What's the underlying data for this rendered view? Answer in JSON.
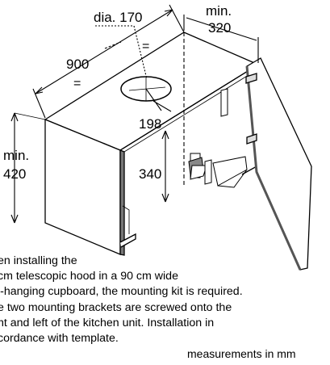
{
  "dimensions": {
    "diameter_label": "dia. 170",
    "min_depth_label_1": "min.",
    "min_depth_label_2": "320",
    "width_label": "900",
    "equal_sign": "=",
    "offset_label": "198",
    "min_height_label_1": "min.",
    "min_height_label_2": "420",
    "bracket_height_label": "340"
  },
  "note": {
    "lines": [
      "en installing the",
      "cm telescopic hood in a 90 cm wide",
      "l-hanging cupboard, the mounting kit is required.",
      "e two mounting brackets are screwed onto the",
      "nt and left of the kitchen unit. Installation in",
      "cordance with template."
    ]
  },
  "units_label": "measurements in mm"
}
